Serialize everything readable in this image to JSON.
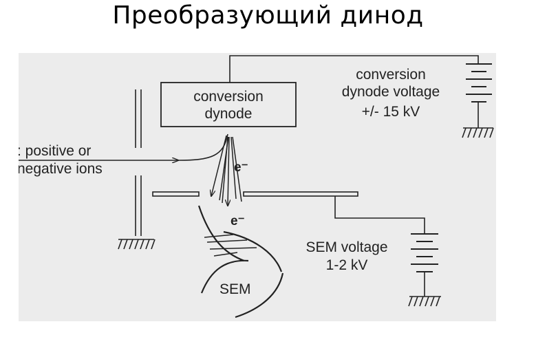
{
  "slide": {
    "title": "Преобразующий динод"
  },
  "diagram": {
    "labels": {
      "conversion_dynode_box_line1": "conversion",
      "conversion_dynode_box_line2": "dynode",
      "ions_line1": ": positive or",
      "ions_line2": "negative ions",
      "cd_voltage_line1": "conversion",
      "cd_voltage_line2": "dynode voltage",
      "cd_voltage_line3": "+/- 15 kV",
      "electron_upper": "e⁻",
      "electron_lower": "e⁻",
      "sem_voltage_line1": "SEM voltage",
      "sem_voltage_line2": "1-2 kV",
      "sem": "SEM"
    },
    "colors": {
      "background": "#ececec",
      "stroke": "#222222"
    }
  }
}
